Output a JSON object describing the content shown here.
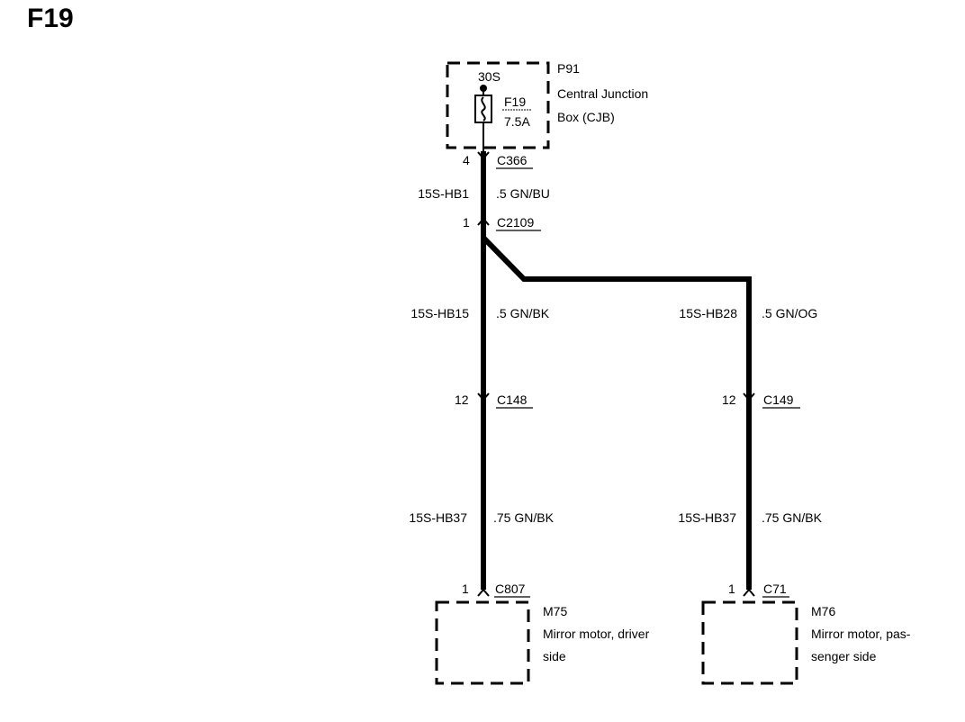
{
  "title": "F19",
  "cjb": {
    "id": "P91",
    "name_line1": "Central Junction",
    "name_line2": "Box (CJB)",
    "terminal": "30S",
    "fuse_id": "F19",
    "fuse_rating": "7.5A"
  },
  "connectors": {
    "c366": {
      "pin": "4",
      "name": "C366"
    },
    "c2109": {
      "pin": "1",
      "name": "C2109"
    },
    "c148": {
      "pin": "12",
      "name": "C148"
    },
    "c149": {
      "pin": "12",
      "name": "C149"
    },
    "c807": {
      "pin": "1",
      "name": "C807"
    },
    "c71": {
      "pin": "1",
      "name": "C71"
    }
  },
  "wires": {
    "w1": {
      "circuit": "15S-HB1",
      "spec": ".5 GN/BU"
    },
    "w15": {
      "circuit": "15S-HB15",
      "spec": ".5 GN/BK"
    },
    "w28": {
      "circuit": "15S-HB28",
      "spec": ".5 GN/OG"
    },
    "w37a": {
      "circuit": "15S-HB37",
      "spec": ".75 GN/BK"
    },
    "w37b": {
      "circuit": "15S-HB37",
      "spec": ".75 GN/BK"
    }
  },
  "components": {
    "m75": {
      "id": "M75",
      "line1": "Mirror motor, driver",
      "line2": "side"
    },
    "m76": {
      "id": "M76",
      "line1": "Mirror motor, pas-",
      "line2": "senger side"
    }
  }
}
